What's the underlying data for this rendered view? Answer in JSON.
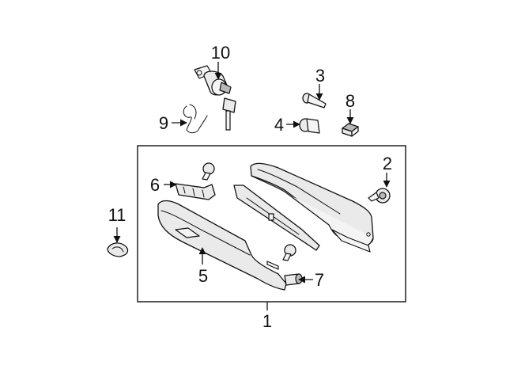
{
  "callouts": {
    "c1": "1",
    "c2": "2",
    "c3": "3",
    "c4": "4",
    "c5": "5",
    "c6": "6",
    "c7": "7",
    "c8": "8",
    "c9": "9",
    "c10": "10",
    "c11": "11"
  },
  "colors": {
    "line": "#111111",
    "fill": "#eaeaea",
    "shade": "#b9b9b9"
  }
}
